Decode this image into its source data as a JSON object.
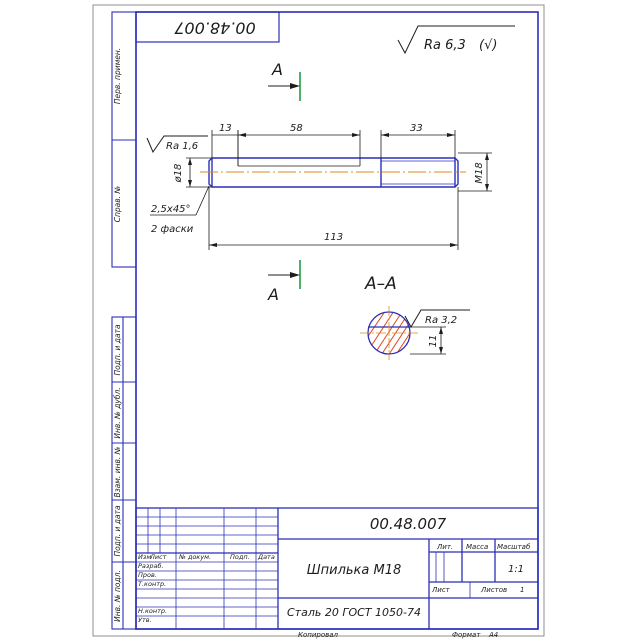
{
  "designation": "00.48.007",
  "designation_mirrored": "00.48.007",
  "part_name": "Шпилька М18",
  "material": "Сталь 20 ГОСТ 1050-74",
  "general_roughness": {
    "ra": "Ra 6,3",
    "suffix": "(√)"
  },
  "view": {
    "label": "А",
    "section_label": "А–А"
  },
  "dimensions": {
    "ra_left": "Ra 1,6",
    "diameter": "ø18",
    "length_13": "13",
    "length_58": "58",
    "length_33": "33",
    "thread": "М18",
    "chamfer": "2,5x45°",
    "chamfer_note": "2 фаски",
    "total_length": "113",
    "section_ra": "Ra 3,2",
    "flat_size": "11"
  },
  "side_columns": [
    "Перв. примен.",
    "Справ. №",
    "Подп. и дата",
    "Инв. № дубл.",
    "Взам. инв. №",
    "Подп. и дата",
    "Инв. № подл."
  ],
  "title_block": {
    "headers": [
      "Изм",
      "Лист",
      "№ докум.",
      "Подп.",
      "Дата"
    ],
    "roles": [
      "Разраб.",
      "Пров.",
      "Т.контр.",
      "",
      "Н.контр.",
      "Утв."
    ],
    "lit_label": "Лит.",
    "mass_label": "Масса",
    "scale_label": "Масштаб",
    "scale_value": "1:1",
    "sheet_label": "Лист",
    "sheets_label": "Листов",
    "sheets_value": "1"
  },
  "footer": {
    "copied": "Копировал",
    "format": "Формат",
    "format_value": "А4"
  },
  "colors": {
    "frame": "#2b2fb8",
    "ink": "#1c1c1c",
    "green": "#1f9e45",
    "axis": "#e08a1c",
    "hatch": "#d94b20"
  }
}
